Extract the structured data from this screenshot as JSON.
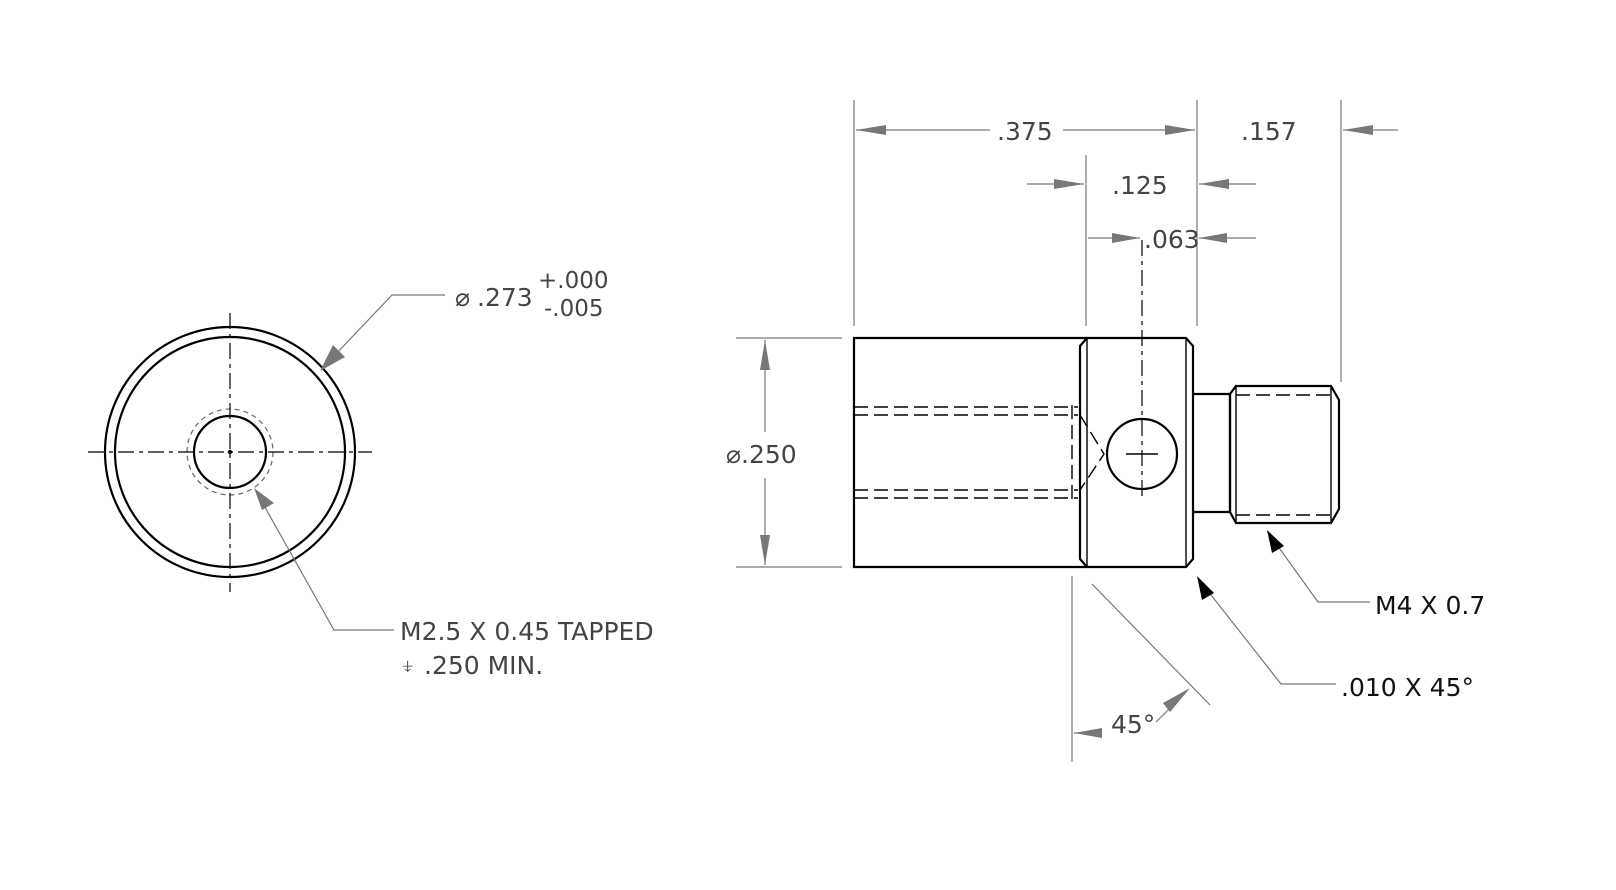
{
  "front_view": {
    "diameter_symbol": "⌀",
    "diameter": ".273",
    "tol_plus": "+.000",
    "tol_minus": "-.005",
    "tap_callout_line1": "M2.5 X 0.45 TAPPED",
    "depth_symbol": "⍖",
    "tap_callout_line2": ".250 MIN."
  },
  "side_view": {
    "dim_overall": ".375",
    "dim_thread_length": ".157",
    "dim_collar": ".125",
    "dim_hole_offset": ".063",
    "dim_body_diameter": "⌀.250",
    "thread_callout": "M4 X 0.7",
    "chamfer_callout": ".010 X 45°",
    "angle": "45°"
  }
}
